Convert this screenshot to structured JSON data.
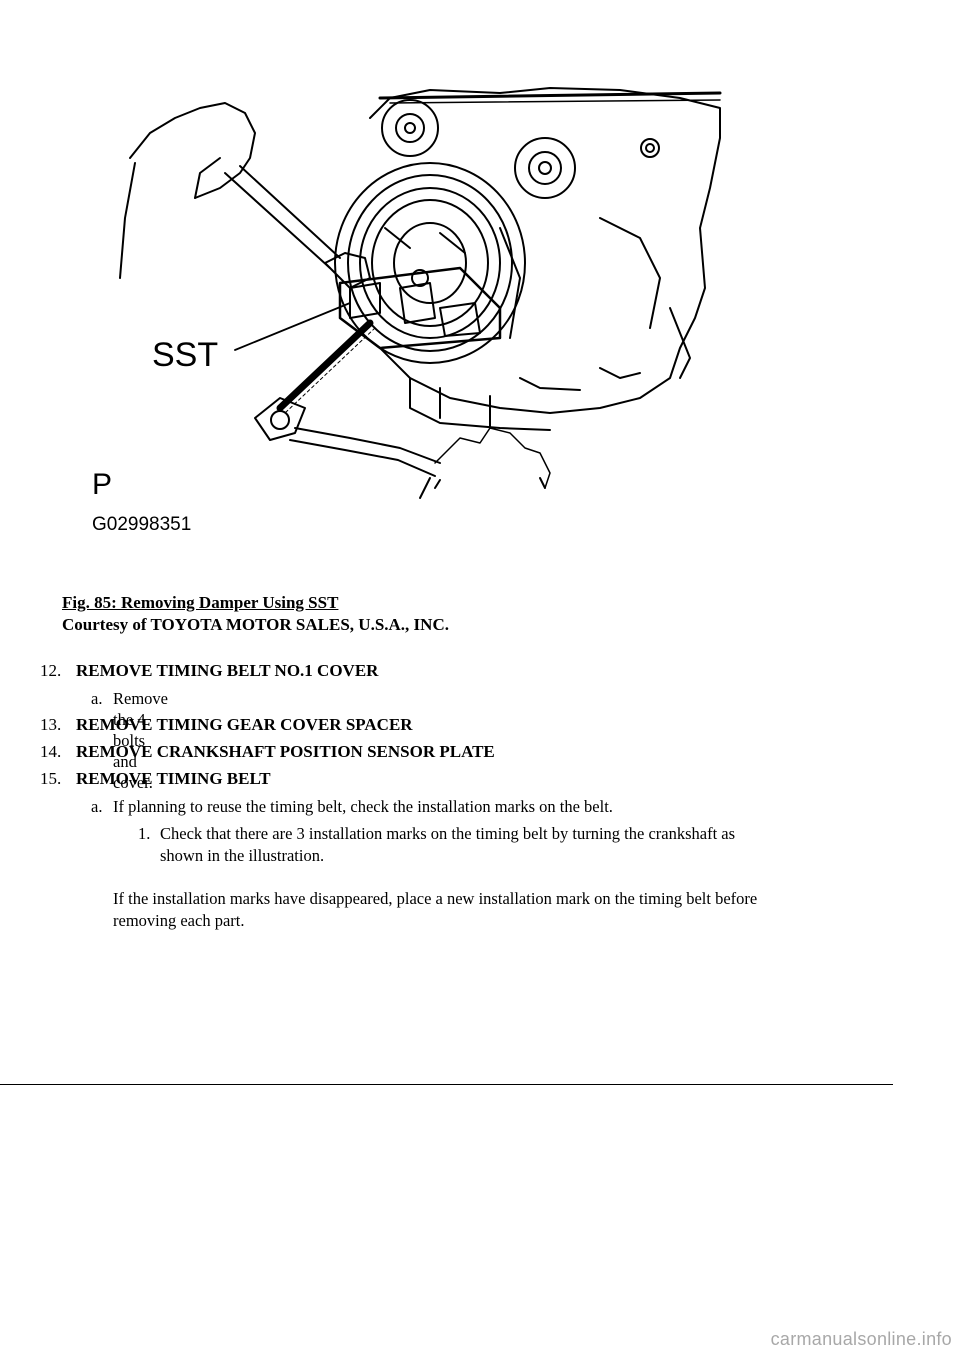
{
  "figure": {
    "callout_label": "SST",
    "view_marker": "P",
    "graphic_id": "G02998351"
  },
  "caption": {
    "title": "Fig. 85: Removing Damper Using SST",
    "credit": "Courtesy of TOYOTA MOTOR SALES, U.S.A., INC."
  },
  "steps": [
    {
      "num": "12.",
      "title": "REMOVE TIMING BELT NO.1 COVER"
    },
    {
      "num": "13.",
      "title": "REMOVE TIMING GEAR COVER SPACER"
    },
    {
      "num": "14.",
      "title": "REMOVE CRANKSHAFT POSITION SENSOR PLATE"
    },
    {
      "num": "15.",
      "title": "REMOVE TIMING BELT"
    }
  ],
  "substeps": {
    "s12a": {
      "num": "a.",
      "text": "Remove the 4 bolts and cover."
    },
    "s15a": {
      "num": "a.",
      "text": "If planning to reuse the timing belt, check the installation marks on the belt."
    },
    "s15a1": {
      "num": "1.",
      "line1": "Check that there are 3 installation marks on the timing belt by turning the crankshaft as",
      "line2": "shown in the illustration."
    }
  },
  "note": {
    "line1": "If the installation marks have disappeared, place a new installation mark on the timing belt before",
    "line2": "removing each part."
  },
  "watermark": "carmanualsonline.info"
}
